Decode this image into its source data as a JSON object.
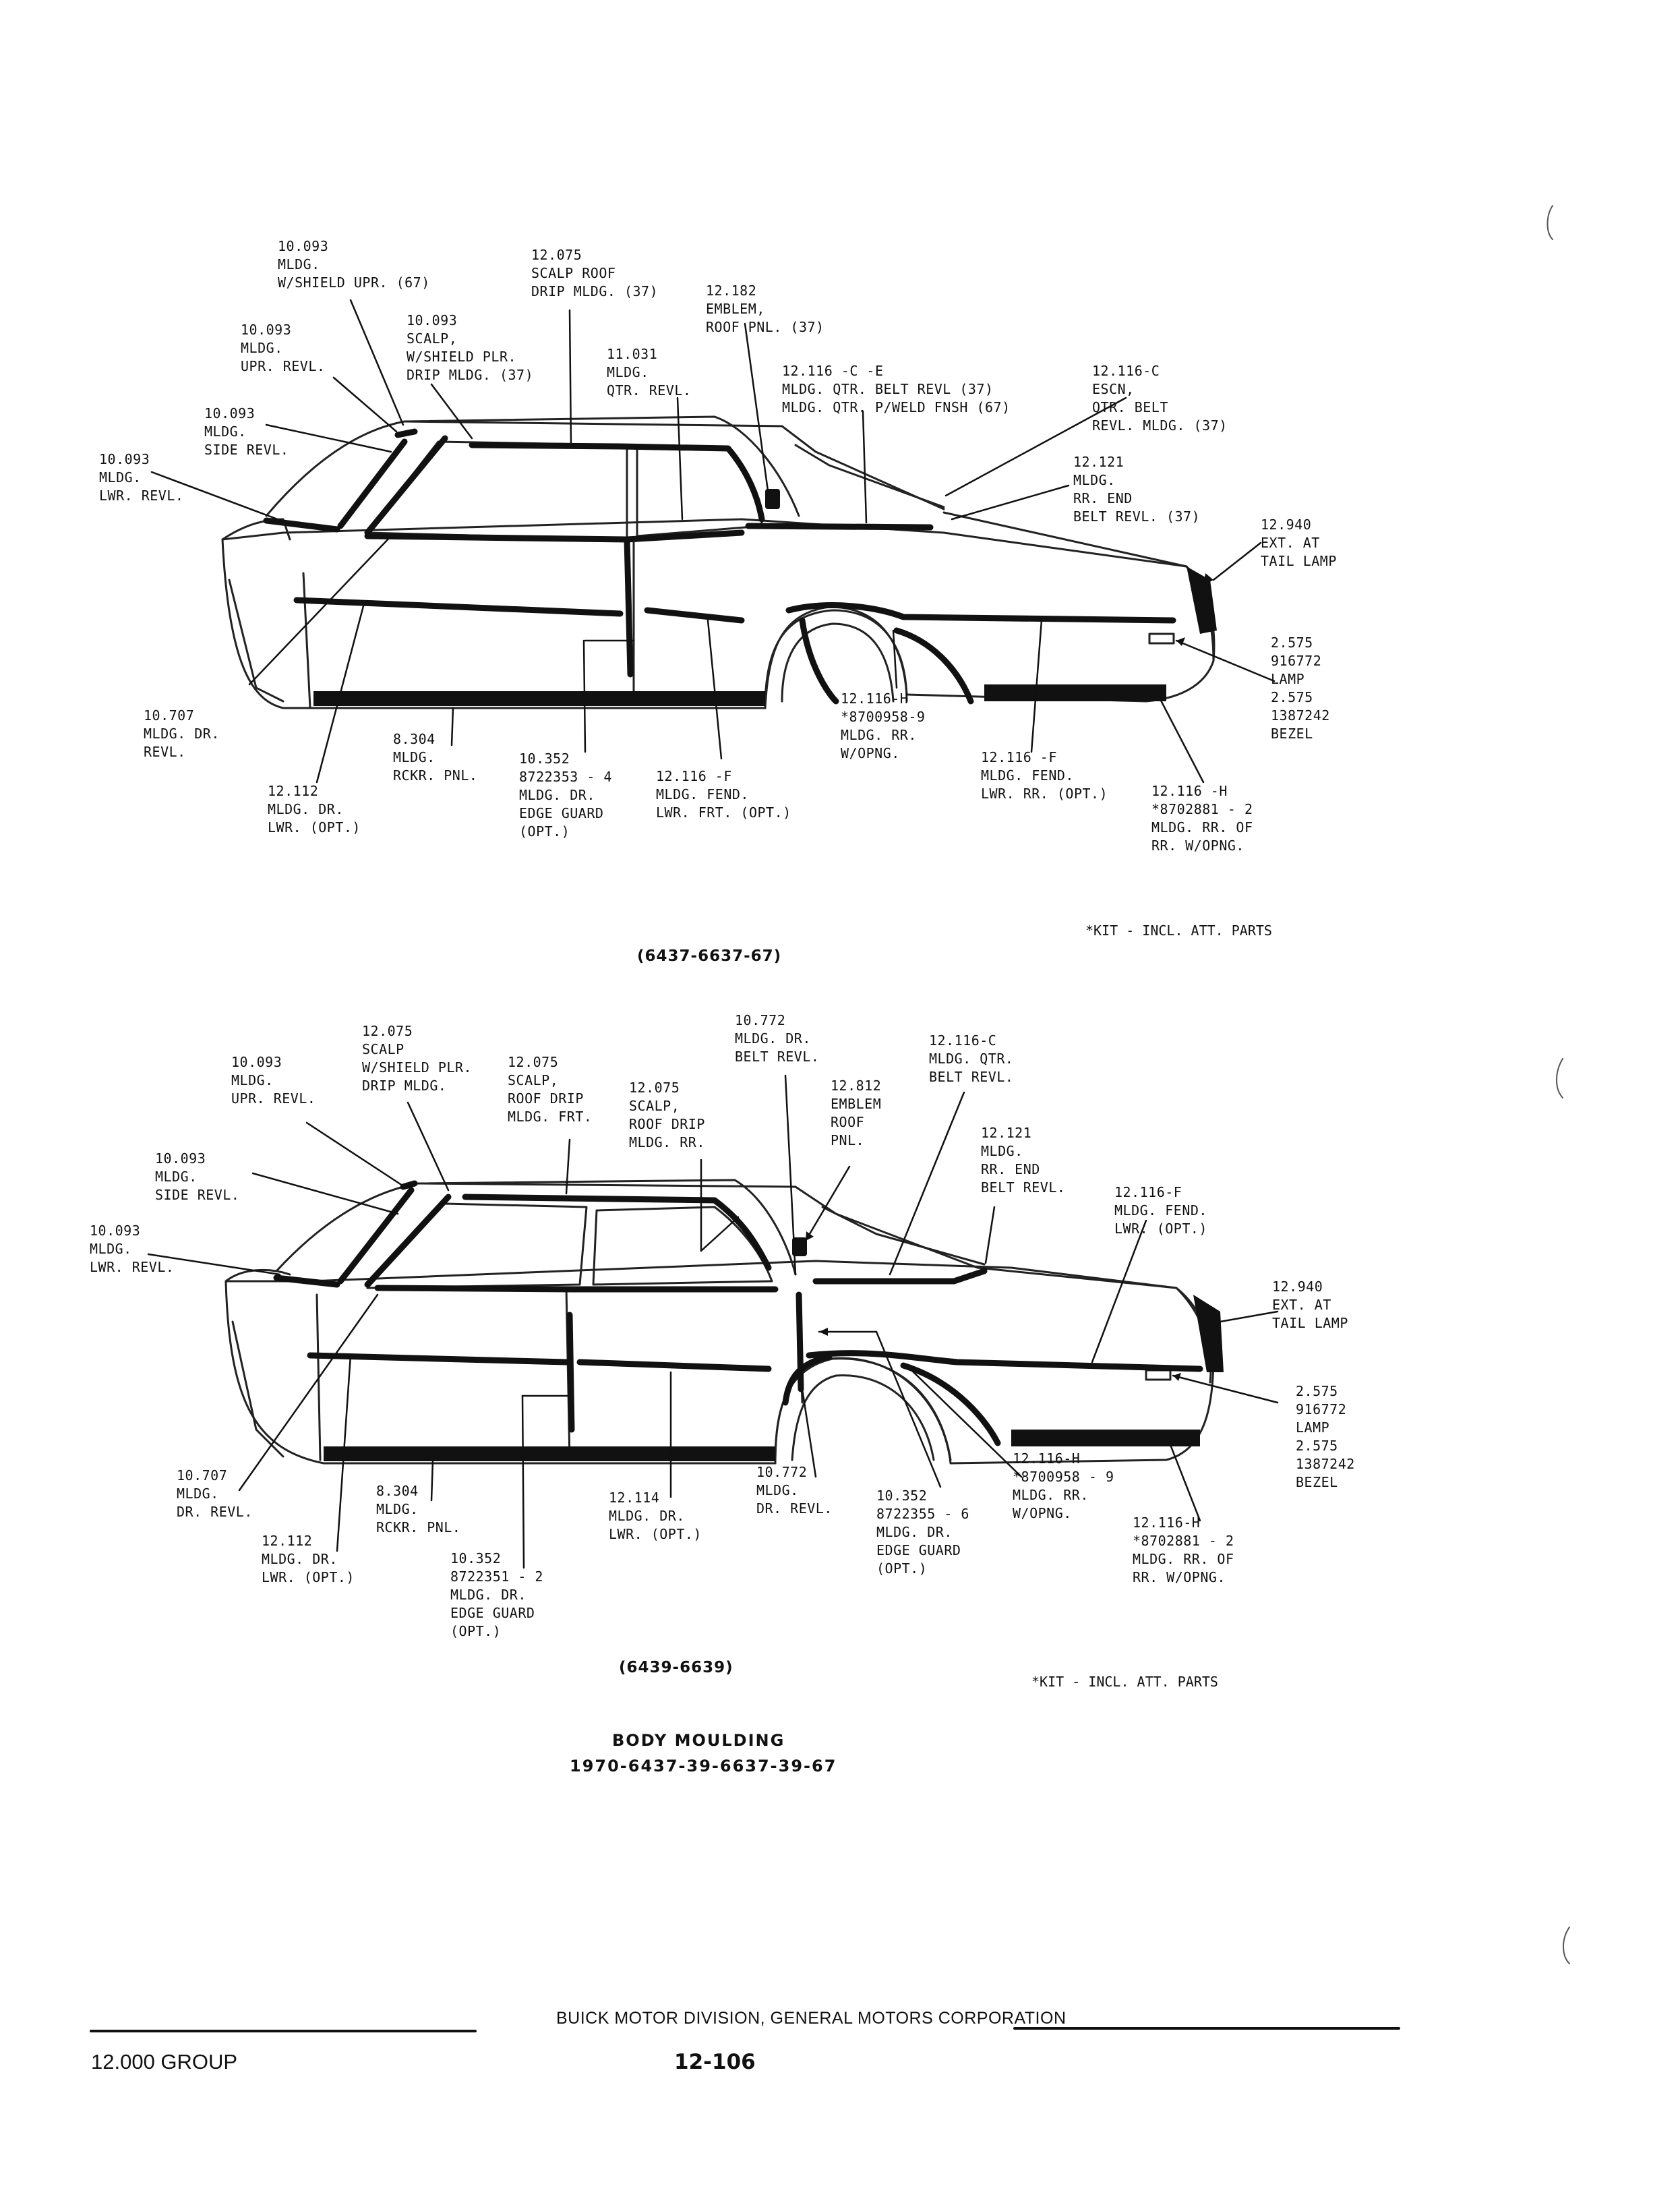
{
  "diagram1": {
    "caption": "(6437-6637-67)",
    "note": "*KIT - INCL. ATT. PARTS",
    "labels": {
      "w_shield_upr": [
        "10.093",
        "MLDG.",
        "W/SHIELD UPR. (67)"
      ],
      "upr_revl": [
        "10.093",
        "MLDG.",
        "UPR. REVL."
      ],
      "side_revl": [
        "10.093",
        "MLDG.",
        "SIDE REVL."
      ],
      "lwr_revl": [
        "10.093",
        "MLDG.",
        "LWR. REVL."
      ],
      "scalp_roof_drip": [
        "12.075",
        "SCALP ROOF",
        "DRIP MLDG. (37)"
      ],
      "scalp_wshield": [
        "10.093",
        "SCALP,",
        "W/SHIELD PLR.",
        "DRIP MLDG. (37)"
      ],
      "qtr_revl": [
        "11.031",
        "MLDG.",
        "QTR. REVL."
      ],
      "emblem": [
        "12.182",
        "EMBLEM,",
        "ROOF PNL. (37)"
      ],
      "qtr_belt": [
        "12.116 -C -E",
        "MLDG. QTR. BELT REVL (37)",
        "MLDG. QTR. P/WELD FNSH (67)"
      ],
      "escn": [
        "12.116-C",
        "ESCN,",
        "QTR. BELT",
        "REVL. MLDG. (37)"
      ],
      "rr_end_belt": [
        "12.121",
        "MLDG.",
        "RR. END",
        "BELT REVL. (37)"
      ],
      "tail_lamp": [
        "12.940",
        "EXT. AT",
        "TAIL LAMP"
      ],
      "lamp_bezel": [
        "2.575",
        "916772",
        "LAMP",
        "2.575",
        "1387242",
        "BEZEL"
      ],
      "dr_revl": [
        "10.707",
        "MLDG. DR.",
        "REVL."
      ],
      "dr_lwr": [
        "12.112",
        "MLDG. DR.",
        "LWR. (OPT.)"
      ],
      "rckr": [
        "8.304",
        "MLDG.",
        "RCKR. PNL."
      ],
      "edge_guard": [
        "10.352",
        "8722353 - 4",
        "MLDG. DR.",
        "EDGE GUARD",
        "(OPT.)"
      ],
      "fend_frt": [
        "12.116 -F",
        "MLDG. FEND.",
        "LWR. FRT. (OPT.)"
      ],
      "rr_wopng": [
        "12.116-H",
        "*8700958-9",
        "MLDG. RR.",
        "W/OPNG."
      ],
      "fend_rr": [
        "12.116 -F",
        "MLDG. FEND.",
        "LWR. RR. (OPT.)"
      ],
      "rr_of_rr": [
        "12.116 -H",
        "*8702881 - 2",
        "MLDG. RR. OF",
        "RR. W/OPNG."
      ]
    }
  },
  "diagram2": {
    "caption": "(6439-6639)",
    "note": "*KIT - INCL. ATT. PARTS",
    "labels": {
      "upr_revl": [
        "10.093",
        "MLDG.",
        "UPR. REVL."
      ],
      "scalp_wshield": [
        "12.075",
        "SCALP",
        "W/SHIELD PLR.",
        "DRIP MLDG."
      ],
      "roof_drip_frt": [
        "12.075",
        "SCALP,",
        "ROOF DRIP",
        "MLDG. FRT."
      ],
      "roof_drip_rr": [
        "12.075",
        "SCALP,",
        "ROOF DRIP",
        "MLDG. RR."
      ],
      "dr_belt": [
        "10.772",
        "MLDG. DR.",
        "BELT REVL."
      ],
      "emblem": [
        "12.812",
        "EMBLEM",
        "ROOF",
        "PNL."
      ],
      "qtr_belt": [
        "12.116-C",
        "MLDG. QTR.",
        "BELT REVL."
      ],
      "rr_end_belt": [
        "12.121",
        "MLDG.",
        "RR. END",
        "BELT REVL."
      ],
      "side_revl": [
        "10.093",
        "MLDG.",
        "SIDE REVL."
      ],
      "lwr_revl": [
        "10.093",
        "MLDG.",
        "LWR. REVL."
      ],
      "fend_lwr": [
        "12.116-F",
        "MLDG. FEND.",
        "LWR. (OPT.)"
      ],
      "tail_lamp": [
        "12.940",
        "EXT. AT",
        "TAIL LAMP"
      ],
      "lamp_bezel": [
        "2.575",
        "916772",
        "LAMP",
        "2.575",
        "1387242",
        "BEZEL"
      ],
      "dr_revl": [
        "10.707",
        "MLDG.",
        "DR. REVL."
      ],
      "dr_lwr": [
        "12.112",
        "MLDG. DR.",
        "LWR. (OPT.)"
      ],
      "rckr": [
        "8.304",
        "MLDG.",
        "RCKR. PNL."
      ],
      "edge_guard_front": [
        "10.352",
        "8722351 - 2",
        "MLDG. DR.",
        "EDGE GUARD",
        "(OPT.)"
      ],
      "dr_lwr_rear": [
        "12.114",
        "MLDG. DR.",
        "LWR. (OPT.)"
      ],
      "dr_revl_rear": [
        "10.772",
        "MLDG.",
        "DR. REVL."
      ],
      "edge_guard_rear": [
        "10.352",
        "8722355 - 6",
        "MLDG. DR.",
        "EDGE GUARD",
        "(OPT.)"
      ],
      "rr_wopng": [
        "12.116-H",
        "*8700958 - 9",
        "MLDG. RR.",
        "W/OPNG."
      ],
      "rr_of_rr": [
        "12.116-H",
        "*8702881 - 2",
        "MLDG. RR. OF",
        "RR. W/OPNG."
      ]
    }
  },
  "title": {
    "line1": "BODY MOULDING",
    "line2": "1970-6437-39-6637-39-67"
  },
  "footer": {
    "division": "BUICK MOTOR DIVISION, GENERAL MOTORS CORPORATION",
    "group": "12.000 GROUP",
    "page": "12-106"
  }
}
